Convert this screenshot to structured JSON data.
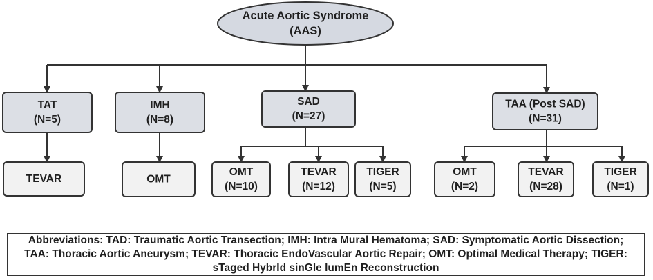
{
  "root": {
    "id": "aas",
    "lines": [
      "Acute Aortic Syndrome",
      "(AAS)"
    ]
  },
  "categories": [
    {
      "id": "tat",
      "lines": [
        "TAT",
        "(N=5)"
      ]
    },
    {
      "id": "imh",
      "lines": [
        "IMH",
        "(N=8)"
      ]
    },
    {
      "id": "sad",
      "lines": [
        "SAD",
        "(N=27)"
      ]
    },
    {
      "id": "taa",
      "lines": [
        "TAA (Post SAD)",
        "(N=31)"
      ]
    }
  ],
  "treatments": [
    {
      "id": "tat-tevar",
      "parent": "tat",
      "lines": [
        "TEVAR"
      ]
    },
    {
      "id": "imh-omt",
      "parent": "imh",
      "lines": [
        "OMT"
      ]
    },
    {
      "id": "sad-omt",
      "parent": "sad",
      "lines": [
        "OMT",
        "(N=10)"
      ]
    },
    {
      "id": "sad-tevar",
      "parent": "sad",
      "lines": [
        "TEVAR",
        "(N=12)"
      ]
    },
    {
      "id": "sad-tiger",
      "parent": "sad",
      "lines": [
        "TIGER",
        "(N=5)"
      ]
    },
    {
      "id": "taa-omt",
      "parent": "taa",
      "lines": [
        "OMT",
        "(N=2)"
      ]
    },
    {
      "id": "taa-tevar",
      "parent": "taa",
      "lines": [
        "TEVAR",
        "(N=28)"
      ]
    },
    {
      "id": "taa-tiger",
      "parent": "taa",
      "lines": [
        "TIGER",
        "(N=1)"
      ]
    }
  ],
  "legend": {
    "text": "Abbreviations: TAD: Traumatic Aortic Transection; IMH: Intra Mural Hematoma; SAD: Symptomatic Aortic Dissection; TAA: Thoracic Aortic Aneurysm; TEVAR: Thoracic EndoVascular Aortic Repair; OMT: Optimal Medical Therapy; TIGER: sTaged HybrId sinGle lumEn Reconstruction"
  },
  "colors": {
    "root_fill": "#d5d9e1",
    "category_fill": "#dcdfe5",
    "treatment_fill": "#f2f2f2",
    "stroke": "#333333"
  }
}
